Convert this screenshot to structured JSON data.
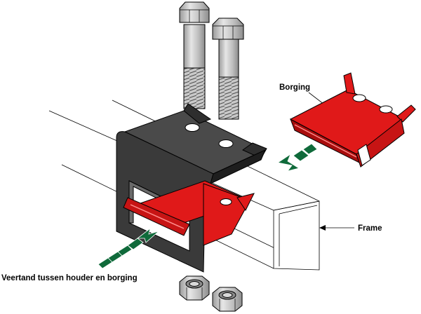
{
  "labels": {
    "borging": "Borging",
    "frame": "Frame",
    "veertand": "Veertand tussen houder en borging"
  },
  "colors": {
    "red": "#e01919",
    "dark_red": "#a80d0d",
    "bracket": "#3a3a3a",
    "bracket_dark": "#1e1e1e",
    "steel": "#c8c8c8",
    "steel_dark": "#8a8a8a",
    "arrow_green": "#0f6a3a"
  },
  "parts": {
    "bolts": [
      "bolt-left",
      "bolt-right"
    ],
    "nuts": [
      "nut-left",
      "nut-right"
    ]
  }
}
